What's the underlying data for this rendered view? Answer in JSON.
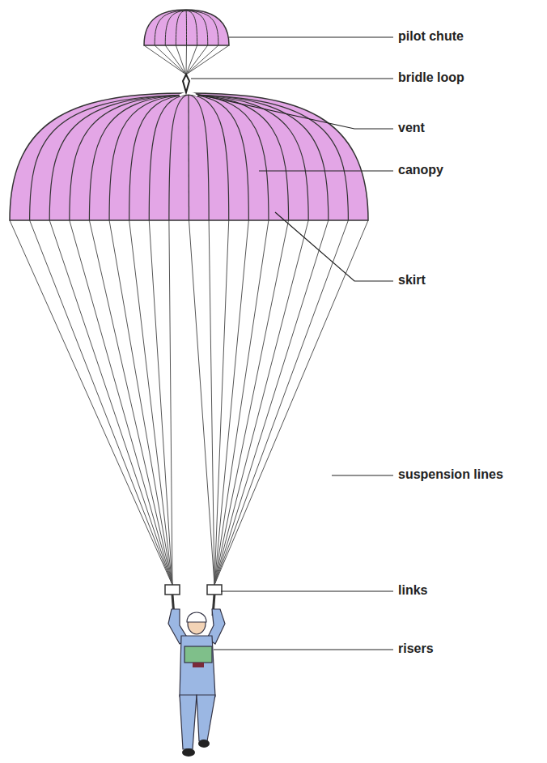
{
  "diagram": {
    "labels": [
      "pilot chute",
      "bridle loop",
      "vent",
      "canopy",
      "skirt",
      "suspension lines",
      "links",
      "risers"
    ]
  }
}
